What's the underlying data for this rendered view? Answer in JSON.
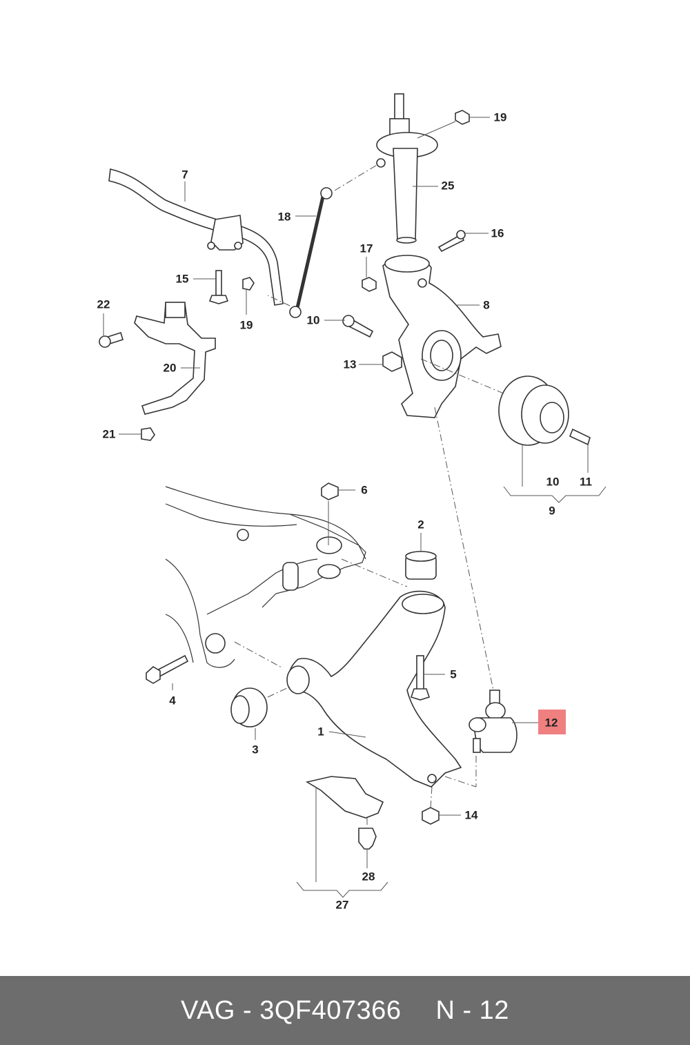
{
  "callouts": [
    {
      "id": "19a",
      "text": "19"
    },
    {
      "id": "7",
      "text": "7"
    },
    {
      "id": "25",
      "text": "25"
    },
    {
      "id": "18",
      "text": "18"
    },
    {
      "id": "16",
      "text": "16"
    },
    {
      "id": "17",
      "text": "17"
    },
    {
      "id": "15",
      "text": "15"
    },
    {
      "id": "8",
      "text": "8"
    },
    {
      "id": "22",
      "text": "22"
    },
    {
      "id": "19b",
      "text": "19"
    },
    {
      "id": "10a",
      "text": "10"
    },
    {
      "id": "13",
      "text": "13"
    },
    {
      "id": "20",
      "text": "20"
    },
    {
      "id": "21",
      "text": "21"
    },
    {
      "id": "10b",
      "text": "10"
    },
    {
      "id": "11",
      "text": "11"
    },
    {
      "id": "9",
      "text": "9"
    },
    {
      "id": "6",
      "text": "6"
    },
    {
      "id": "2",
      "text": "2"
    },
    {
      "id": "5",
      "text": "5"
    },
    {
      "id": "4",
      "text": "4"
    },
    {
      "id": "12",
      "text": "12"
    },
    {
      "id": "1",
      "text": "1"
    },
    {
      "id": "3",
      "text": "3"
    },
    {
      "id": "14",
      "text": "14"
    },
    {
      "id": "28",
      "text": "28"
    },
    {
      "id": "27",
      "text": "27"
    }
  ],
  "highlight": {
    "callout": "12",
    "color": "#f08080"
  },
  "footer": {
    "part_number": "VAG - 3QF407366",
    "position": "N - 12"
  }
}
